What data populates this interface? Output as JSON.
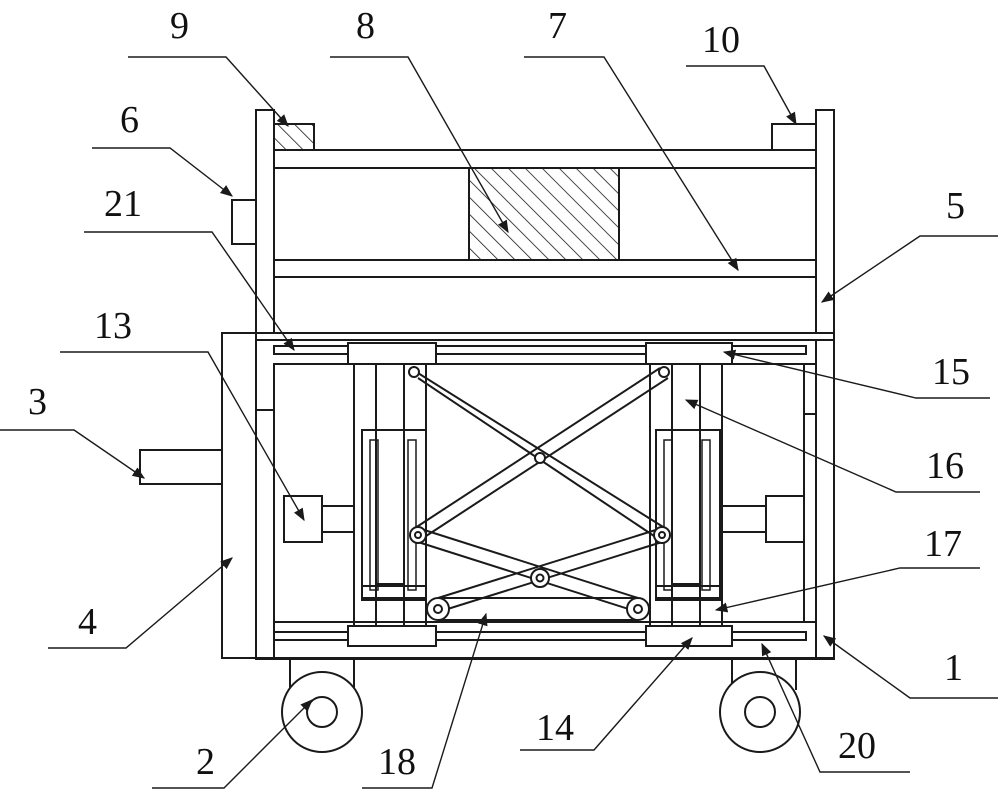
{
  "labels": {
    "l1": "1",
    "l2": "2",
    "l3": "3",
    "l4": "4",
    "l5": "5",
    "l6": "6",
    "l7": "7",
    "l8": "8",
    "l9": "9",
    "l10": "10",
    "l13": "13",
    "l14": "14",
    "l15": "15",
    "l16": "16",
    "l17": "17",
    "l18": "18",
    "l20": "20",
    "l21": "21"
  },
  "colors": {
    "line": "#1a1a1a",
    "background": "#ffffff"
  }
}
